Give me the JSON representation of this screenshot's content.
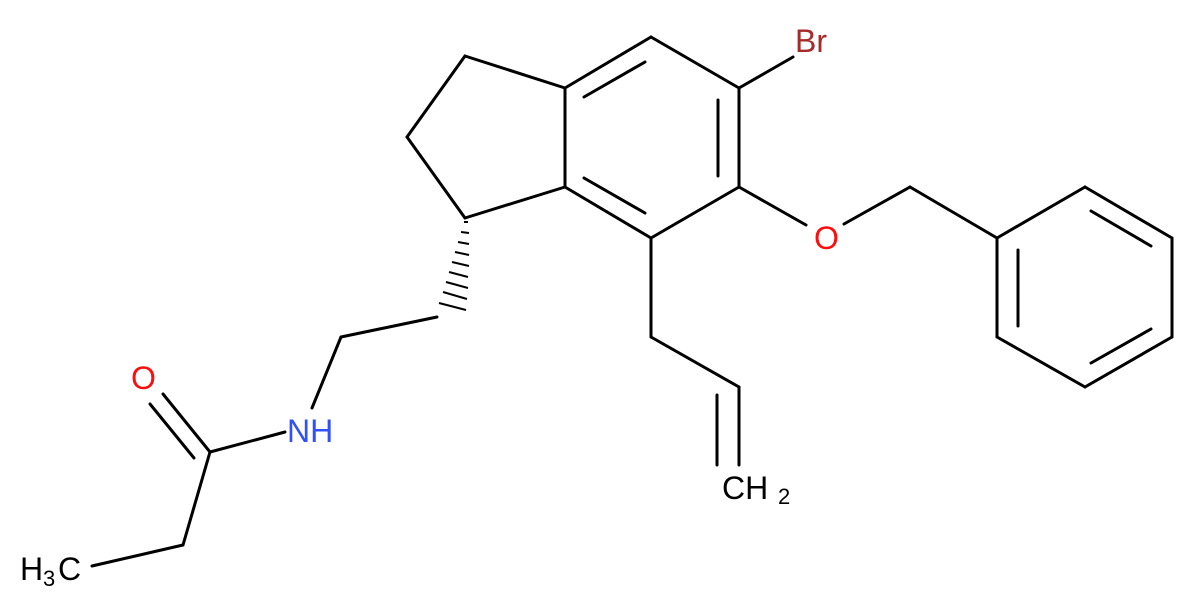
{
  "molecule": {
    "atoms": {
      "bromine": {
        "text": "Br",
        "color": "#a52a2a"
      },
      "oxygen_ether": {
        "text": "O",
        "color": "#ff0d0d"
      },
      "oxygen_carbonyl": {
        "text": "O",
        "color": "#ff0d0d"
      },
      "nitrogen": {
        "text": "NH",
        "color": "#3050f8"
      },
      "methylene": {
        "main": "CH",
        "sub": "2",
        "color": "#000000"
      },
      "methyl": {
        "main": "H",
        "sub": "3",
        "tail": "C",
        "color": "#000000"
      }
    },
    "bond_color": "#000000"
  }
}
